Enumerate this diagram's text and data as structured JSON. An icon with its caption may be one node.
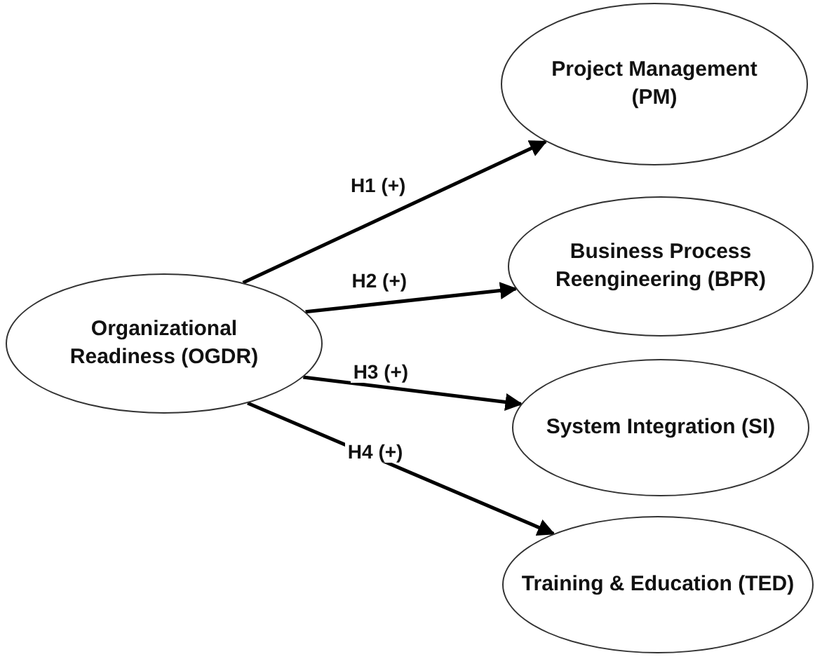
{
  "diagram": {
    "nodes": [
      {
        "text": [
          "Organizational Readiness (OGDR)"
        ]
      },
      {
        "text": [
          "Project Management (PM)"
        ]
      },
      {
        "text": [
          "Business Process Reengineering (BPR)"
        ]
      },
      {
        "text": [
          "System Integration (SI)"
        ]
      },
      {
        "text": [
          "Training & Education (TED)"
        ]
      }
    ],
    "edges": [
      {
        "from": 0,
        "to": 1,
        "arrow": "to",
        "label": "H1 (+)"
      },
      {
        "from": 0,
        "to": 2,
        "arrow": "to",
        "label": "H2 (+)"
      },
      {
        "from": 0,
        "to": 3,
        "arrow": "to",
        "label": "H3 (+)"
      },
      {
        "from": 0,
        "to": 4,
        "arrow": "to",
        "label": "H4 (+)"
      }
    ]
  }
}
